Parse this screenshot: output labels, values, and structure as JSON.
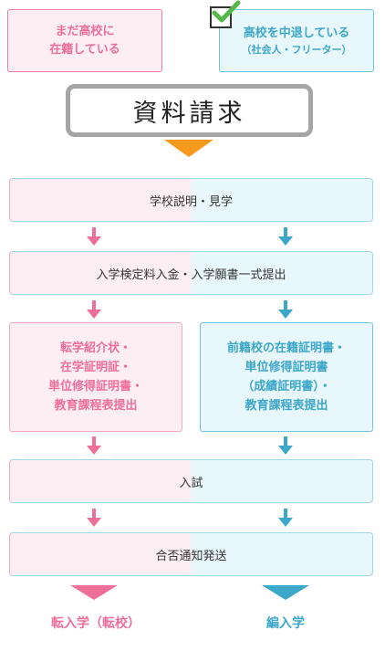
{
  "choices": {
    "in_school": {
      "line1": "まだ高校に",
      "line2": "在籍している"
    },
    "dropped_out": {
      "line1": "高校を中退している",
      "line2": "（社会人・フリーター）",
      "checked": true
    }
  },
  "request_button": {
    "label": "資料請求"
  },
  "steps": {
    "visit": "学校説明・見学",
    "exam_fee": "入学検定料入金・入学願書一式提出",
    "exam": "入試",
    "result": "合否通知発送"
  },
  "transfer_docs": [
    "転学紹介状・",
    "在学証明証・",
    "単位修得証明書・",
    "教育課程表提出"
  ],
  "reenroll_docs": [
    "前籍校の在籍証明書・",
    "単位修得証明書",
    "（成績証明書）・",
    "教育課程表提出"
  ],
  "outcomes": {
    "transfer": "転入学（転校）",
    "reenroll": "編入学"
  },
  "colors": {
    "pink": "#f06f99",
    "blue": "#3ca7c8",
    "orange": "#f79a1e",
    "green_check": "#56b947"
  },
  "icons": {
    "check": "check-icon",
    "arrow_down": "arrow-down-icon"
  }
}
